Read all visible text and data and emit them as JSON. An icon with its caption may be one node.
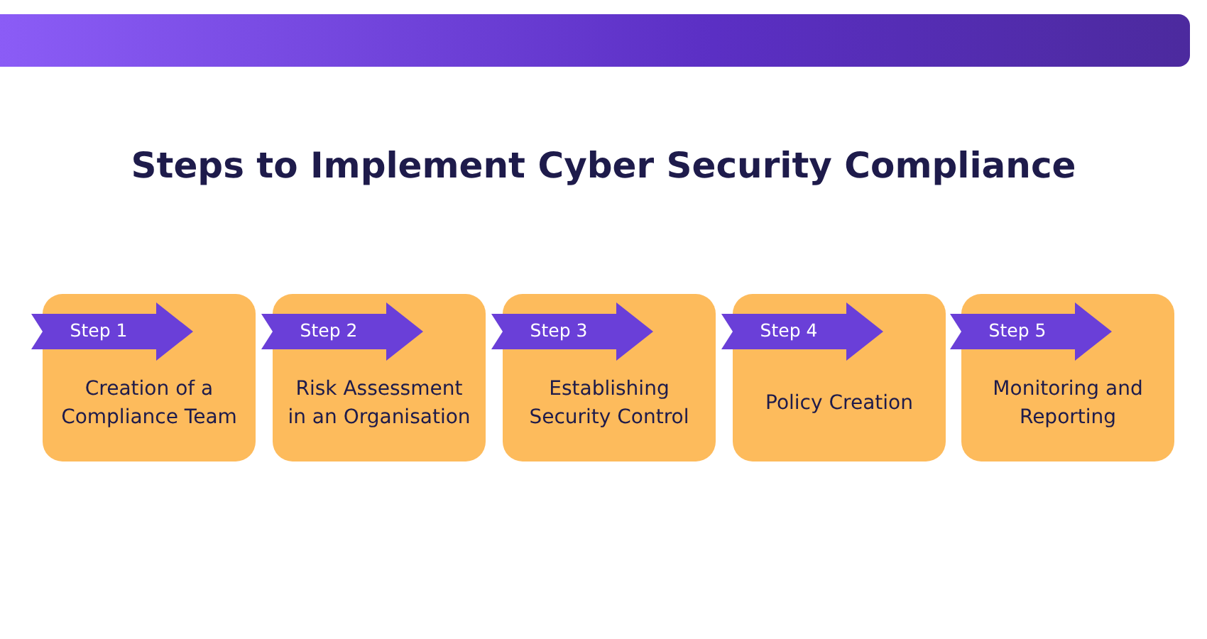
{
  "diagram": {
    "title": "Steps to Implement Cyber Security Compliance",
    "nodes": [
      {
        "text": [
          "Step 1"
        ]
      },
      {
        "text": [
          "Creation of a Compliance Team"
        ]
      },
      {
        "text": [
          "Step 2"
        ]
      },
      {
        "text": [
          "Risk Assessment in an Organisation"
        ]
      },
      {
        "text": [
          "Step 3"
        ]
      },
      {
        "text": [
          "Establishing Security Control"
        ]
      },
      {
        "text": [
          "Step 4"
        ]
      },
      {
        "text": [
          "Policy Creation"
        ]
      },
      {
        "text": [
          "Step 5"
        ]
      },
      {
        "text": [
          "Monitoring and Reporting"
        ]
      }
    ]
  }
}
